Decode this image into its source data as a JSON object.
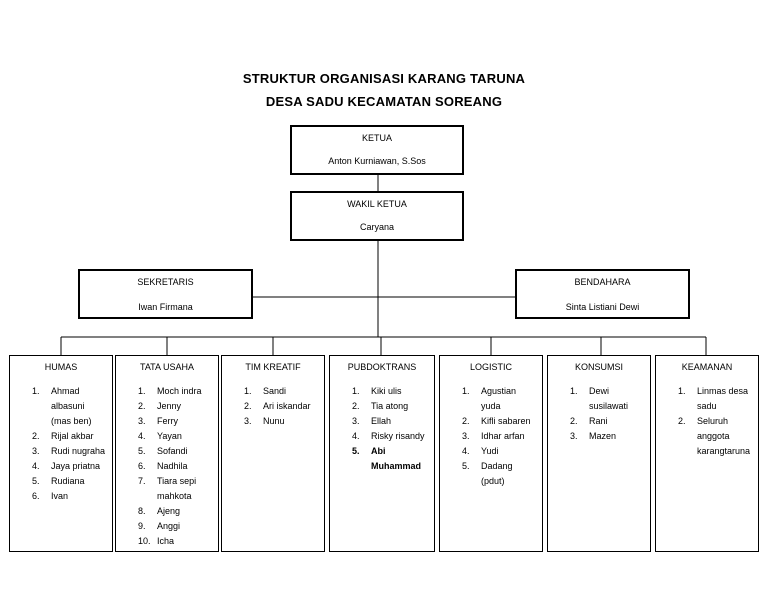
{
  "title": {
    "line1": "STRUKTUR ORGANISASI KARANG TARUNA",
    "line2": "DESA SADU KECAMATAN SOREANG"
  },
  "ketua": {
    "label": "KETUA",
    "name": "Anton Kurniawan, S.Sos"
  },
  "wakil": {
    "label": "WAKIL KETUA",
    "name": "Caryana"
  },
  "sekretaris": {
    "label": "SEKRETARIS",
    "name": "Iwan Firmana"
  },
  "bendahara": {
    "label": "BENDAHARA",
    "name": "Sinta Listiani Dewi"
  },
  "departments": [
    {
      "name": "HUMAS",
      "members": [
        {
          "num": "1.",
          "text": "Ahmad albasuni (mas ben)"
        },
        {
          "num": "2.",
          "text": "Rijal akbar"
        },
        {
          "num": "3.",
          "text": "Rudi nugraha"
        },
        {
          "num": "4.",
          "text": "Jaya priatna"
        },
        {
          "num": "5.",
          "text": "Rudiana"
        },
        {
          "num": "6.",
          "text": "Ivan"
        }
      ]
    },
    {
      "name": "TATA USAHA",
      "members": [
        {
          "num": "1.",
          "text": "Moch indra"
        },
        {
          "num": "2.",
          "text": "Jenny"
        },
        {
          "num": "3.",
          "text": "Ferry"
        },
        {
          "num": "4.",
          "text": "Yayan"
        },
        {
          "num": "5.",
          "text": "Sofandi"
        },
        {
          "num": "6.",
          "text": "Nadhila"
        },
        {
          "num": "7.",
          "text": "Tiara sepi mahkota"
        },
        {
          "num": "8.",
          "text": "Ajeng"
        },
        {
          "num": "9.",
          "text": "Anggi"
        },
        {
          "num": "10.",
          "text": "Icha"
        }
      ]
    },
    {
      "name": "TIM KREATIF",
      "members": [
        {
          "num": "1.",
          "text": "Sandi"
        },
        {
          "num": "2.",
          "text": "Ari iskandar"
        },
        {
          "num": "3.",
          "text": "Nunu"
        }
      ]
    },
    {
      "name": "PUBDOKTRANS",
      "members": [
        {
          "num": "1.",
          "text": "Kiki ulis"
        },
        {
          "num": "2.",
          "text": "Tia atong"
        },
        {
          "num": "3.",
          "text": "Ellah"
        },
        {
          "num": "4.",
          "text": "Risky risandy"
        },
        {
          "num": "5.",
          "text": "Abi Muhammad",
          "bold": true
        }
      ]
    },
    {
      "name": "LOGISTIC",
      "members": [
        {
          "num": "1.",
          "text": "Agustian yuda"
        },
        {
          "num": "2.",
          "text": "Kifli sabaren"
        },
        {
          "num": "3.",
          "text": "Idhar arfan"
        },
        {
          "num": "4.",
          "text": "Yudi"
        },
        {
          "num": "5.",
          "text": "Dadang (pdut)"
        }
      ]
    },
    {
      "name": "KONSUMSI",
      "members": [
        {
          "num": "1.",
          "text": "Dewi susilawati"
        },
        {
          "num": "2.",
          "text": "Rani"
        },
        {
          "num": "3.",
          "text": "Mazen"
        }
      ]
    },
    {
      "name": "KEAMANAN",
      "members": [
        {
          "num": "1.",
          "text": "Linmas desa sadu"
        },
        {
          "num": "2.",
          "text": "Seluruh anggota karangtaruna"
        }
      ]
    }
  ]
}
